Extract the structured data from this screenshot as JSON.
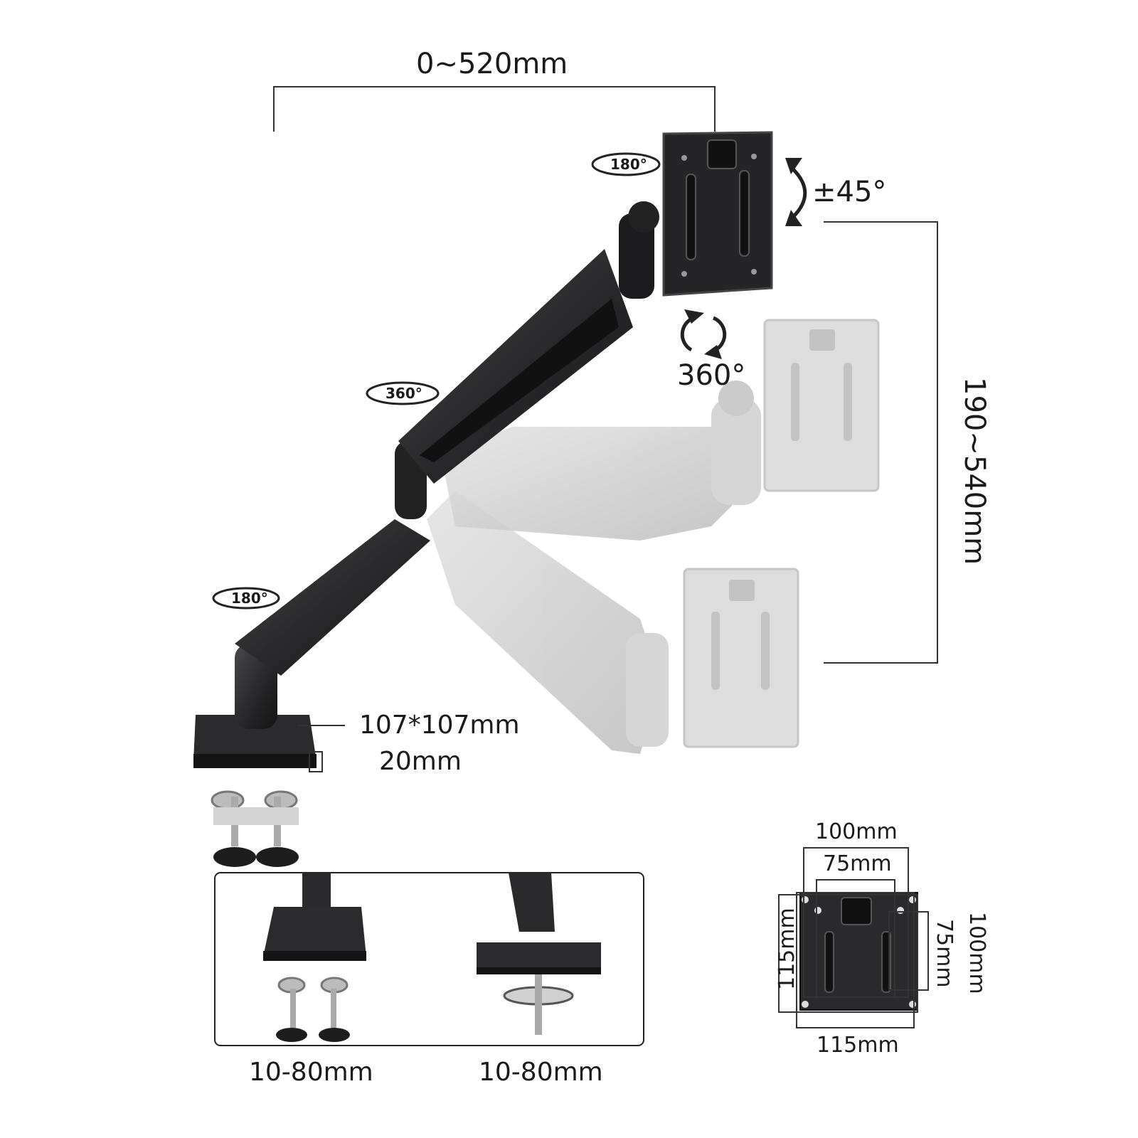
{
  "dimensions": {
    "reach": "0~520mm",
    "height_range": "190~540mm",
    "tilt": "±45°",
    "monitor_rotation": "360°",
    "base_size": "107*107mm",
    "base_thickness": "20mm"
  },
  "rotation_badges": {
    "top_joint": "180°",
    "middle_joint": "360°",
    "base_joint": "180°"
  },
  "clamp_options": {
    "clamp_range": "10-80mm",
    "grommet_range": "10-80mm"
  },
  "vesa": {
    "outer_width": "100mm",
    "inner_width": "75mm",
    "outer_height": "100mm",
    "inner_height": "75mm",
    "plate_width": "115mm",
    "plate_height": "115mm"
  },
  "colors": {
    "arm": "#2a2a2c",
    "ghost": "#c9c9c9",
    "line": "#333333"
  }
}
